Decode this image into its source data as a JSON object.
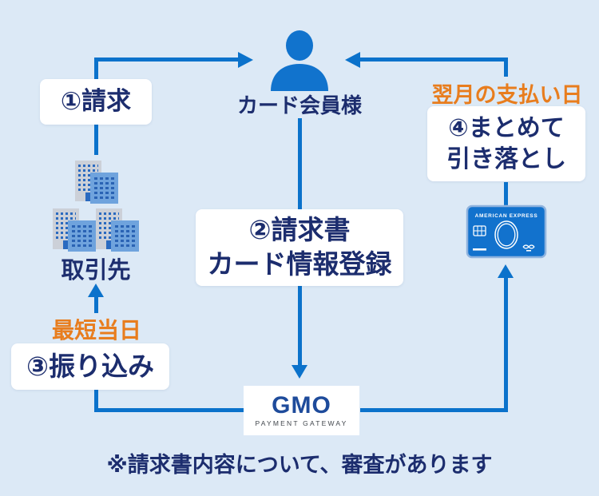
{
  "diagram": {
    "member_label": "カード会員様",
    "client_label": "取引先",
    "step1_label": "①請求",
    "step2_line1": "②請求書",
    "step2_line2": "カード情報登録",
    "step3_label": "③振り込み",
    "step4_line1": "④まとめて",
    "step4_line2": "引き落とし",
    "payment_day_label": "翌月の支払い日",
    "same_day_label": "最短当日",
    "note": "※請求書内容について、審査があります"
  },
  "card": {
    "brand": "AMERICAN EXPRESS"
  },
  "gmo": {
    "name": "GMO",
    "subtitle": "PAYMENT GATEWAY"
  },
  "colors": {
    "background": "#dce9f6",
    "line_blue": "#0b72cb",
    "text_navy": "#1c2d6e",
    "accent_orange": "#e87d1e",
    "icon_blue": "#1173cd"
  }
}
